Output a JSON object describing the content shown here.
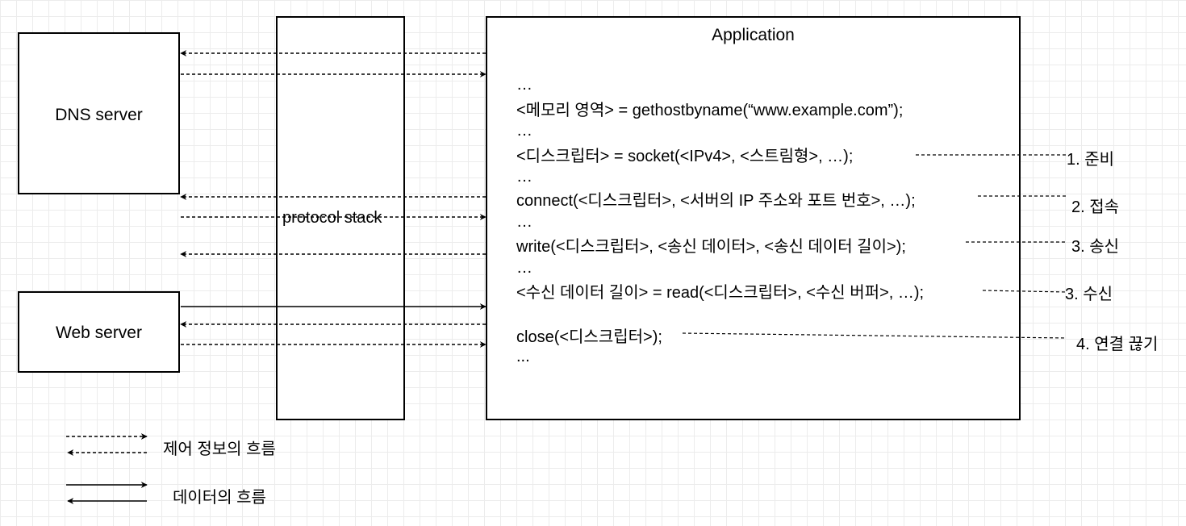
{
  "boxes": {
    "dns_label": "DNS server",
    "web_label": "Web server",
    "stack_label": "protocol stack",
    "app_title": "Application"
  },
  "code_lines": [
    "…",
    "<메모리 영역> = gethostbyname(“www.example.com”);",
    "…",
    "<디스크립터> = socket(<IPv4>, <스트림형>, …);",
    "…",
    "connect(<디스크립터>, <서버의 IP 주소와 포트 번호>, …);",
    "…",
    "write(<디스크립터>, <송신 데이터>, <송신 데이터 길이>);",
    "…",
    "<수신 데이터 길이> = read(<디스크립터>, <수신 버퍼>, …);",
    "close(<디스크립터>);",
    "..."
  ],
  "steps": [
    "1. 준비",
    "2. 접속",
    "3. 송신",
    "3. 수신",
    "4. 연결 끊기"
  ],
  "legend": {
    "control_flow": "제어 정보의 흐름",
    "data_flow": "데이터의 흐름"
  }
}
